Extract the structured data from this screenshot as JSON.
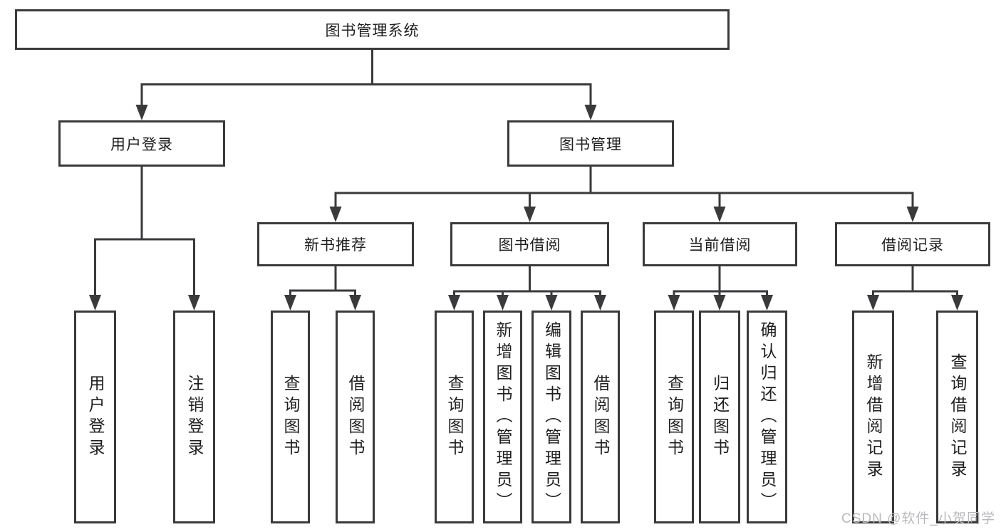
{
  "diagram_title": "图书管理系统",
  "nodes": {
    "root": {
      "label": "图书管理系统"
    },
    "user_login": {
      "label": "用户登录"
    },
    "book_mgmt": {
      "label": "图书管理"
    },
    "new_rec": {
      "label": "新书推荐"
    },
    "book_borrow": {
      "label": "图书借阅"
    },
    "current_borrow": {
      "label": "当前借阅"
    },
    "borrow_record": {
      "label": "借阅记录"
    },
    "leaf_user_login": {
      "label": "用户登录"
    },
    "leaf_logout": {
      "label": "注销登录"
    },
    "leaf_rec_query": {
      "label": "查询图书"
    },
    "leaf_rec_borrow": {
      "label": "借阅图书"
    },
    "leaf_bb_query": {
      "label": "查询图书"
    },
    "leaf_bb_add": {
      "label": "新增图书（管理员）"
    },
    "leaf_bb_edit": {
      "label": "编辑图书（管理员）"
    },
    "leaf_bb_borrow": {
      "label": "借阅图书"
    },
    "leaf_cb_query": {
      "label": "查询图书"
    },
    "leaf_cb_return": {
      "label": "归还图书"
    },
    "leaf_cb_confirm": {
      "label": "确认归还（管理员）"
    },
    "leaf_br_add": {
      "label": "新增借阅记录"
    },
    "leaf_br_query": {
      "label": "查询借阅记录"
    }
  },
  "edges": [
    "root->user_login",
    "root->book_mgmt",
    "user_login->leaf_user_login",
    "user_login->leaf_logout",
    "book_mgmt->new_rec",
    "book_mgmt->book_borrow",
    "book_mgmt->current_borrow",
    "book_mgmt->borrow_record",
    "new_rec->leaf_rec_query",
    "new_rec->leaf_rec_borrow",
    "book_borrow->leaf_bb_query",
    "book_borrow->leaf_bb_add",
    "book_borrow->leaf_bb_edit",
    "book_borrow->leaf_bb_borrow",
    "current_borrow->leaf_cb_query",
    "current_borrow->leaf_cb_return",
    "current_borrow->leaf_cb_confirm",
    "borrow_record->leaf_br_add",
    "borrow_record->leaf_br_query"
  ],
  "watermark": {
    "text": "CSDN @软件_小贺同学"
  },
  "colors": {
    "line": "#3a3a3c",
    "text": "#1f1f1f",
    "watermark": "#b9b9bc",
    "background": "#ffffff"
  }
}
